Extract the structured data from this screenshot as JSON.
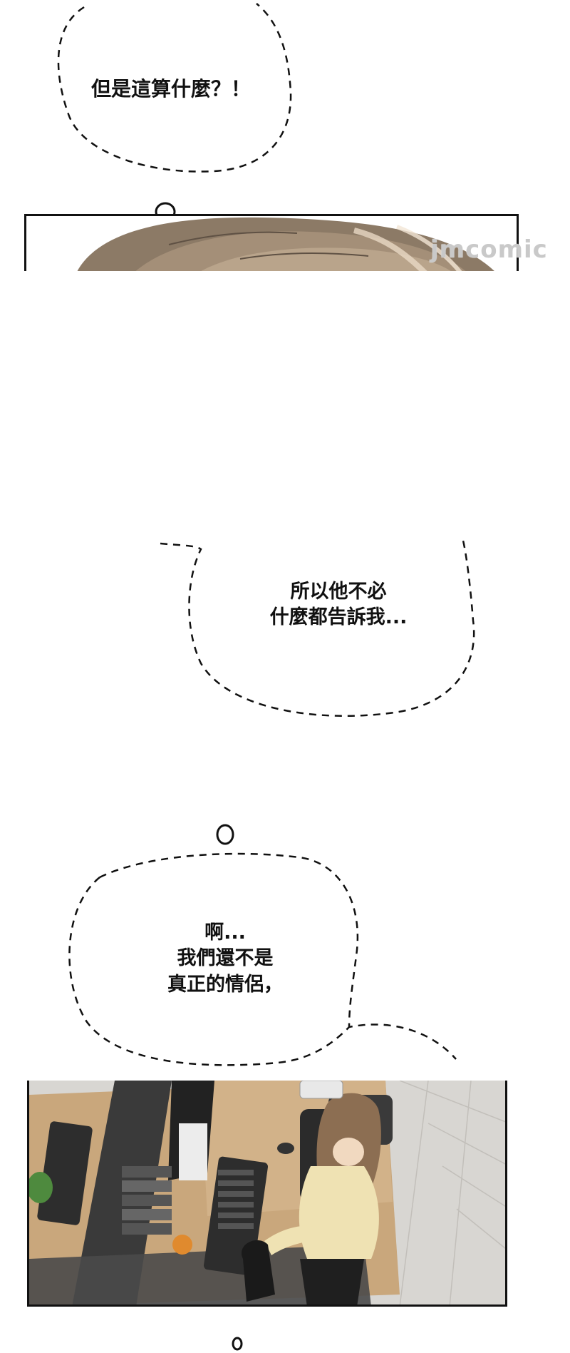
{
  "bubble1": {
    "line1": "但是這算什麼？！"
  },
  "bubble2": {
    "line1": "所以他不必",
    "line2": "什麼都告訴我..."
  },
  "bubble3": {
    "line1": "啊...",
    "line2": "我們還不是",
    "line3": "真正的情侶，"
  },
  "watermark": {
    "text": "jmcomic"
  }
}
